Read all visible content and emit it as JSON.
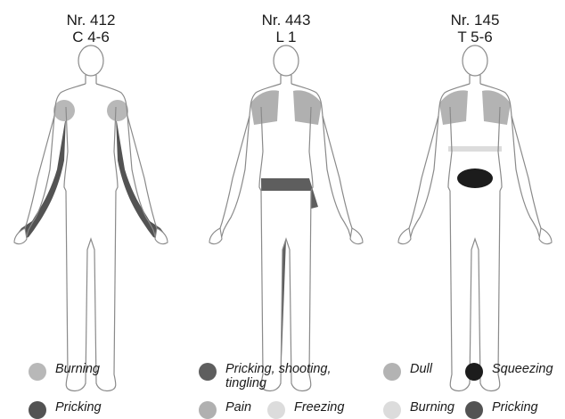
{
  "colors": {
    "light_gray": "#b8b8b8",
    "pale_gray": "#dcdcdc",
    "mid_dark": "#707070",
    "dark": "#535353",
    "black": "#1c1c1c",
    "outline": "#8a8a8a"
  },
  "figures": [
    {
      "number": "Nr. 412",
      "segment": "C 4-6"
    },
    {
      "number": "Nr. 443",
      "segment": "L 1"
    },
    {
      "number": "Nr. 145",
      "segment": "T 5-6"
    }
  ],
  "legend": [
    [
      {
        "label": "Burning",
        "color": "#b8b8b8"
      },
      {
        "label": "Pricking",
        "color": "#535353"
      }
    ],
    [
      {
        "label": "Pricking, shooting, tingling",
        "color": "#5e5e5e"
      },
      {
        "label": "Pain",
        "color": "#b0b0b0"
      },
      {
        "label": "Freezing",
        "color": "#dcdcdc"
      }
    ],
    [
      {
        "label": "Dull",
        "color": "#b3b3b3"
      },
      {
        "label": "Squeezing",
        "color": "#1c1c1c"
      },
      {
        "label": "Burning",
        "color": "#dcdcdc"
      },
      {
        "label": "Pricking",
        "color": "#535353"
      }
    ]
  ]
}
